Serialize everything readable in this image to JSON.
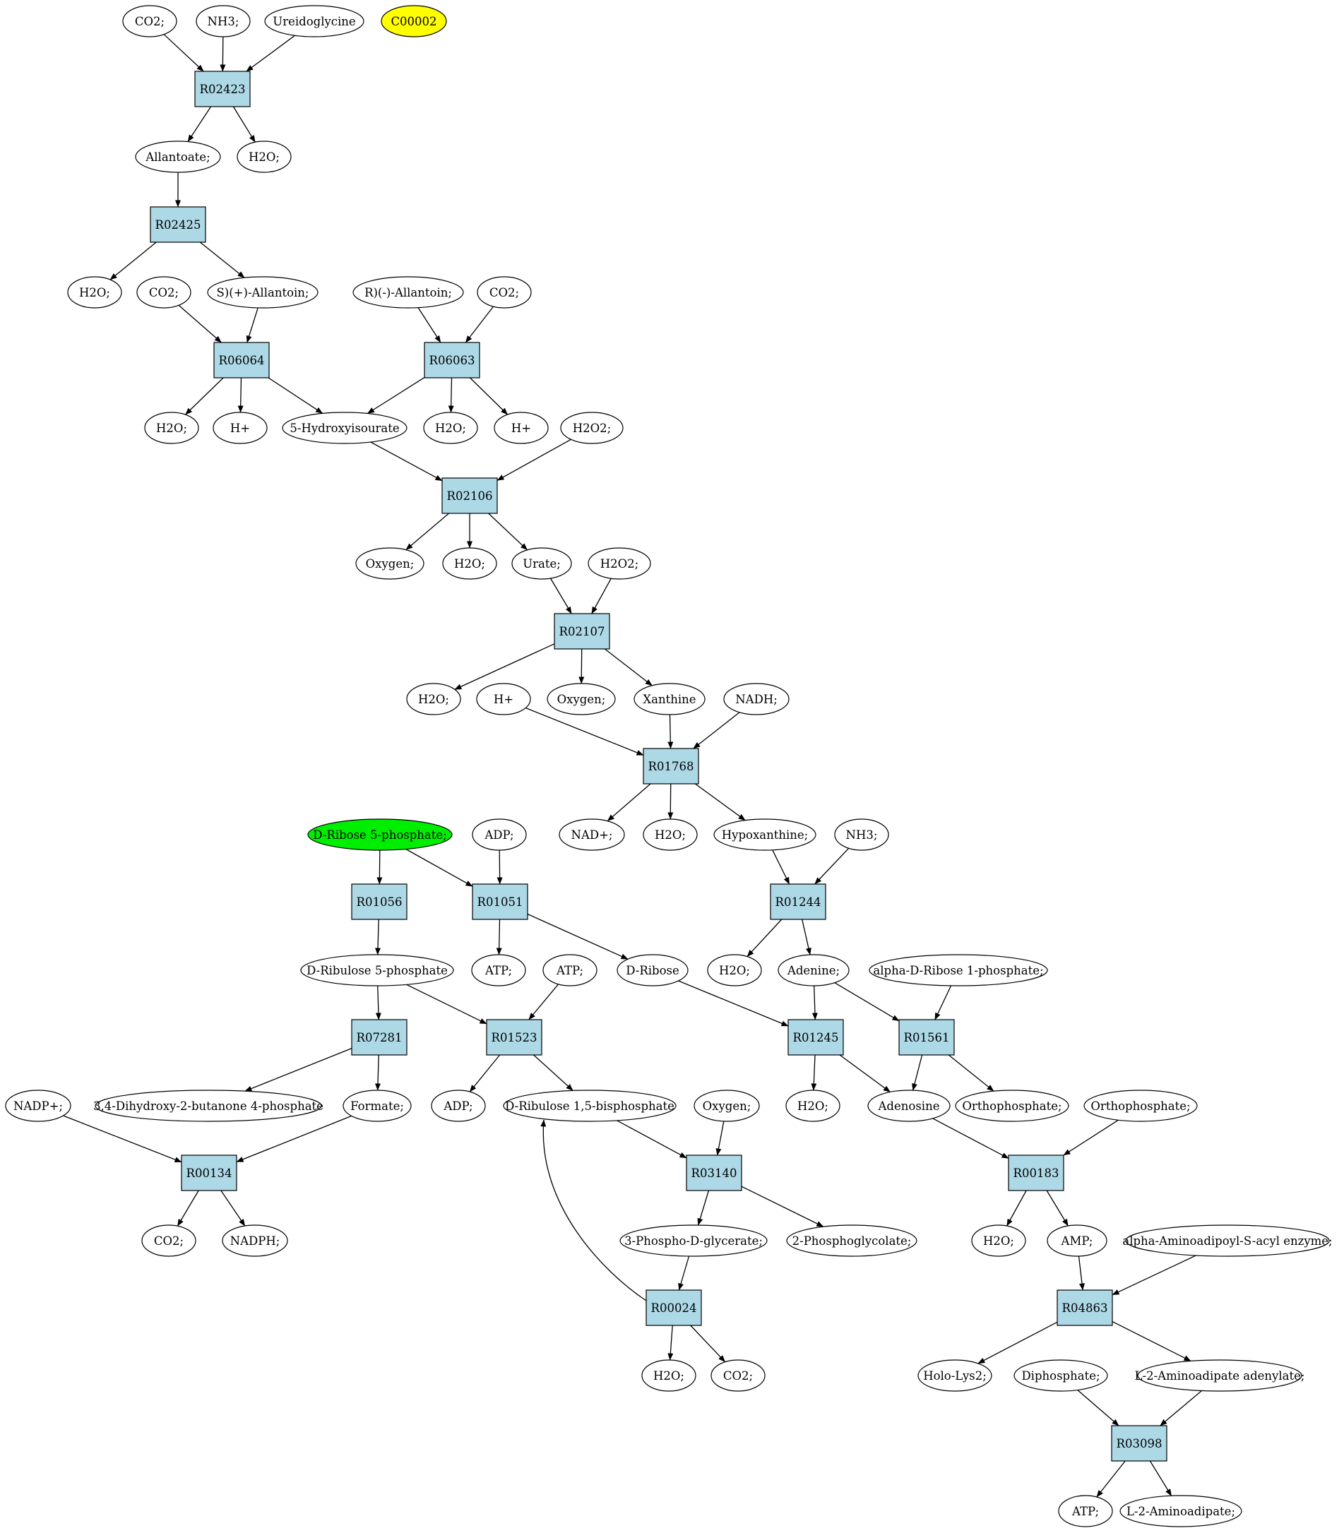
{
  "colors": {
    "reaction_fill": "#add8e6",
    "compound_fill": "#ffffff",
    "highlight_yellow": "#ffff00",
    "highlight_green": "#00ee00",
    "stroke": "#000000"
  },
  "reactions": [
    {
      "id": "r_R02423",
      "label": "R02423"
    },
    {
      "id": "r_R02425",
      "label": "R02425"
    },
    {
      "id": "r_R06064",
      "label": "R06064"
    },
    {
      "id": "r_R06063",
      "label": "R06063"
    },
    {
      "id": "r_R02106",
      "label": "R02106"
    },
    {
      "id": "r_R02107",
      "label": "R02107"
    },
    {
      "id": "r_R01768",
      "label": "R01768"
    },
    {
      "id": "r_R01056",
      "label": "R01056"
    },
    {
      "id": "r_R01051",
      "label": "R01051"
    },
    {
      "id": "r_R01244",
      "label": "R01244"
    },
    {
      "id": "r_R07281",
      "label": "R07281"
    },
    {
      "id": "r_R01523",
      "label": "R01523"
    },
    {
      "id": "r_R01245",
      "label": "R01245"
    },
    {
      "id": "r_R01561",
      "label": "R01561"
    },
    {
      "id": "r_R00134",
      "label": "R00134"
    },
    {
      "id": "r_R03140",
      "label": "R03140"
    },
    {
      "id": "r_R00183",
      "label": "R00183"
    },
    {
      "id": "r_R00024",
      "label": "R00024"
    },
    {
      "id": "r_R04863",
      "label": "R04863"
    },
    {
      "id": "r_R03098",
      "label": "R03098"
    }
  ],
  "compounds": [
    {
      "id": "c1",
      "label": "CO2;"
    },
    {
      "id": "c2",
      "label": "NH3;"
    },
    {
      "id": "c3",
      "label": "Ureidoglycine"
    },
    {
      "id": "c4",
      "label": "C00002",
      "highlight": "yellow"
    },
    {
      "id": "c5",
      "label": "Allantoate;"
    },
    {
      "id": "c6",
      "label": "H2O;"
    },
    {
      "id": "c7",
      "label": "H2O;"
    },
    {
      "id": "c8",
      "label": "CO2;"
    },
    {
      "id": "c9",
      "label": "S)(+)-Allantoin;"
    },
    {
      "id": "c10",
      "label": "R)(-)-Allantoin;"
    },
    {
      "id": "c11",
      "label": "CO2;"
    },
    {
      "id": "c12",
      "label": "H2O;"
    },
    {
      "id": "c13",
      "label": "H+"
    },
    {
      "id": "c14",
      "label": "5-Hydroxyisourate"
    },
    {
      "id": "c15",
      "label": "H2O;"
    },
    {
      "id": "c16",
      "label": "H+"
    },
    {
      "id": "c17",
      "label": "H2O2;"
    },
    {
      "id": "c18",
      "label": "Oxygen;"
    },
    {
      "id": "c19",
      "label": "H2O;"
    },
    {
      "id": "c20",
      "label": "Urate;"
    },
    {
      "id": "c21",
      "label": "H2O2;"
    },
    {
      "id": "c22",
      "label": "H2O;"
    },
    {
      "id": "c23",
      "label": "H+"
    },
    {
      "id": "c24",
      "label": "Oxygen;"
    },
    {
      "id": "c25",
      "label": "Xanthine"
    },
    {
      "id": "c26",
      "label": "NADH;"
    },
    {
      "id": "c27",
      "label": "D-Ribose 5-phosphate;",
      "highlight": "green"
    },
    {
      "id": "c28",
      "label": "ADP;"
    },
    {
      "id": "c29",
      "label": "NAD+;"
    },
    {
      "id": "c30",
      "label": "H2O;"
    },
    {
      "id": "c31",
      "label": "Hypoxanthine;"
    },
    {
      "id": "c32",
      "label": "NH3;"
    },
    {
      "id": "c33",
      "label": "D-Ribulose 5-phosphate"
    },
    {
      "id": "c34",
      "label": "ATP;"
    },
    {
      "id": "c35",
      "label": "ATP;"
    },
    {
      "id": "c36",
      "label": "D-Ribose"
    },
    {
      "id": "c37",
      "label": "H2O;"
    },
    {
      "id": "c38",
      "label": "Adenine;"
    },
    {
      "id": "c39",
      "label": "alpha-D-Ribose 1-phosphate;"
    },
    {
      "id": "c40",
      "label": "NADP+;"
    },
    {
      "id": "c41",
      "label": "3,4-Dihydroxy-2-butanone 4-phosphate"
    },
    {
      "id": "c42",
      "label": "Formate;"
    },
    {
      "id": "c43",
      "label": "ADP;"
    },
    {
      "id": "c44",
      "label": "D-Ribulose 1,5-bisphosphate"
    },
    {
      "id": "c45",
      "label": "Oxygen;"
    },
    {
      "id": "c46",
      "label": "H2O;"
    },
    {
      "id": "c47",
      "label": "Adenosine"
    },
    {
      "id": "c48",
      "label": "Orthophosphate;"
    },
    {
      "id": "c49",
      "label": "Orthophosphate;"
    },
    {
      "id": "c50",
      "label": "CO2;"
    },
    {
      "id": "c51",
      "label": "NADPH;"
    },
    {
      "id": "c52",
      "label": "3-Phospho-D-glycerate;"
    },
    {
      "id": "c53",
      "label": "2-Phosphoglycolate;"
    },
    {
      "id": "c54",
      "label": "H2O;"
    },
    {
      "id": "c55",
      "label": "AMP;"
    },
    {
      "id": "c56",
      "label": "alpha-Aminoadipoyl-S-acyl enzyme;"
    },
    {
      "id": "c57",
      "label": "H2O;"
    },
    {
      "id": "c58",
      "label": "CO2;"
    },
    {
      "id": "c59",
      "label": "Holo-Lys2;"
    },
    {
      "id": "c60",
      "label": "Diphosphate;"
    },
    {
      "id": "c61",
      "label": "L-2-Aminoadipate adenylate;"
    },
    {
      "id": "c62",
      "label": "ATP;"
    },
    {
      "id": "c63",
      "label": "L-2-Aminoadipate;"
    }
  ],
  "edges": [
    [
      "c1",
      "r_R02423"
    ],
    [
      "c2",
      "r_R02423"
    ],
    [
      "c3",
      "r_R02423"
    ],
    [
      "r_R02423",
      "c5"
    ],
    [
      "r_R02423",
      "c6"
    ],
    [
      "c5",
      "r_R02425"
    ],
    [
      "r_R02425",
      "c7"
    ],
    [
      "r_R02425",
      "c9"
    ],
    [
      "c8",
      "r_R06064"
    ],
    [
      "c9",
      "r_R06064"
    ],
    [
      "c10",
      "r_R06063"
    ],
    [
      "c11",
      "r_R06063"
    ],
    [
      "r_R06064",
      "c12"
    ],
    [
      "r_R06064",
      "c13"
    ],
    [
      "r_R06064",
      "c14"
    ],
    [
      "r_R06063",
      "c14"
    ],
    [
      "r_R06063",
      "c15"
    ],
    [
      "r_R06063",
      "c16"
    ],
    [
      "c14",
      "r_R02106"
    ],
    [
      "c17",
      "r_R02106"
    ],
    [
      "r_R02106",
      "c18"
    ],
    [
      "r_R02106",
      "c19"
    ],
    [
      "r_R02106",
      "c20"
    ],
    [
      "c20",
      "r_R02107"
    ],
    [
      "c21",
      "r_R02107"
    ],
    [
      "r_R02107",
      "c22"
    ],
    [
      "r_R02107",
      "c24"
    ],
    [
      "r_R02107",
      "c25"
    ],
    [
      "c23",
      "r_R01768"
    ],
    [
      "c25",
      "r_R01768"
    ],
    [
      "c26",
      "r_R01768"
    ],
    [
      "r_R01768",
      "c29"
    ],
    [
      "r_R01768",
      "c30"
    ],
    [
      "r_R01768",
      "c31"
    ],
    [
      "c27",
      "r_R01056"
    ],
    [
      "c27",
      "r_R01051"
    ],
    [
      "c28",
      "r_R01051"
    ],
    [
      "c31",
      "r_R01244"
    ],
    [
      "c32",
      "r_R01244"
    ],
    [
      "r_R01056",
      "c33"
    ],
    [
      "r_R01051",
      "c34"
    ],
    [
      "r_R01051",
      "c36"
    ],
    [
      "r_R01244",
      "c37"
    ],
    [
      "r_R01244",
      "c38"
    ],
    [
      "c33",
      "r_R07281"
    ],
    [
      "c33",
      "r_R01523"
    ],
    [
      "c35",
      "r_R01523"
    ],
    [
      "c36",
      "r_R01245"
    ],
    [
      "c38",
      "r_R01245"
    ],
    [
      "c38",
      "r_R01561"
    ],
    [
      "c39",
      "r_R01561"
    ],
    [
      "r_R07281",
      "c41"
    ],
    [
      "r_R07281",
      "c42"
    ],
    [
      "r_R01523",
      "c43"
    ],
    [
      "r_R01523",
      "c44"
    ],
    [
      "r_R01245",
      "c46"
    ],
    [
      "r_R01245",
      "c47"
    ],
    [
      "r_R01561",
      "c47"
    ],
    [
      "r_R01561",
      "c48"
    ],
    [
      "c40",
      "r_R00134"
    ],
    [
      "c42",
      "r_R00134"
    ],
    [
      "c44",
      "r_R03140"
    ],
    [
      "c45",
      "r_R03140"
    ],
    [
      "c47",
      "r_R00183"
    ],
    [
      "c49",
      "r_R00183"
    ],
    [
      "r_R00134",
      "c50"
    ],
    [
      "r_R00134",
      "c51"
    ],
    [
      "r_R03140",
      "c52"
    ],
    [
      "r_R03140",
      "c53"
    ],
    [
      "r_R00183",
      "c54"
    ],
    [
      "r_R00183",
      "c55"
    ],
    [
      "c52",
      "r_R00024"
    ],
    [
      "c55",
      "r_R04863"
    ],
    [
      "c56",
      "r_R04863"
    ],
    [
      "r_R00024",
      "c57"
    ],
    [
      "r_R00024",
      "c58"
    ],
    [
      "r_R00024",
      "c44"
    ],
    [
      "r_R04863",
      "c59"
    ],
    [
      "r_R04863",
      "c61"
    ],
    [
      "c60",
      "r_R03098"
    ],
    [
      "c61",
      "r_R03098"
    ],
    [
      "r_R03098",
      "c62"
    ],
    [
      "r_R03098",
      "c63"
    ]
  ]
}
